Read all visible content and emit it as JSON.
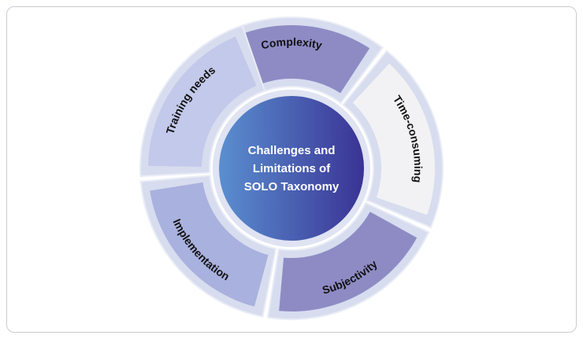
{
  "diagram": {
    "center": {
      "lines": [
        "Challenges and",
        "Limitations of",
        "SOLO Taxonomy"
      ]
    },
    "segments": [
      {
        "label": "Complexity",
        "fill": "#8e8bc4"
      },
      {
        "label": "Time-consuming",
        "fill": "#f2f2f4"
      },
      {
        "label": "Subjectivity",
        "fill": "#8e8bc4"
      },
      {
        "label": "Implementation",
        "fill": "#a9b1de"
      },
      {
        "label": "Training needs",
        "fill": "#c3c9ea"
      }
    ],
    "colors": {
      "ring_outline": "#d7dcef",
      "center_gradient_start": "#5a8fd0",
      "center_gradient_end": "#3a3394"
    }
  }
}
